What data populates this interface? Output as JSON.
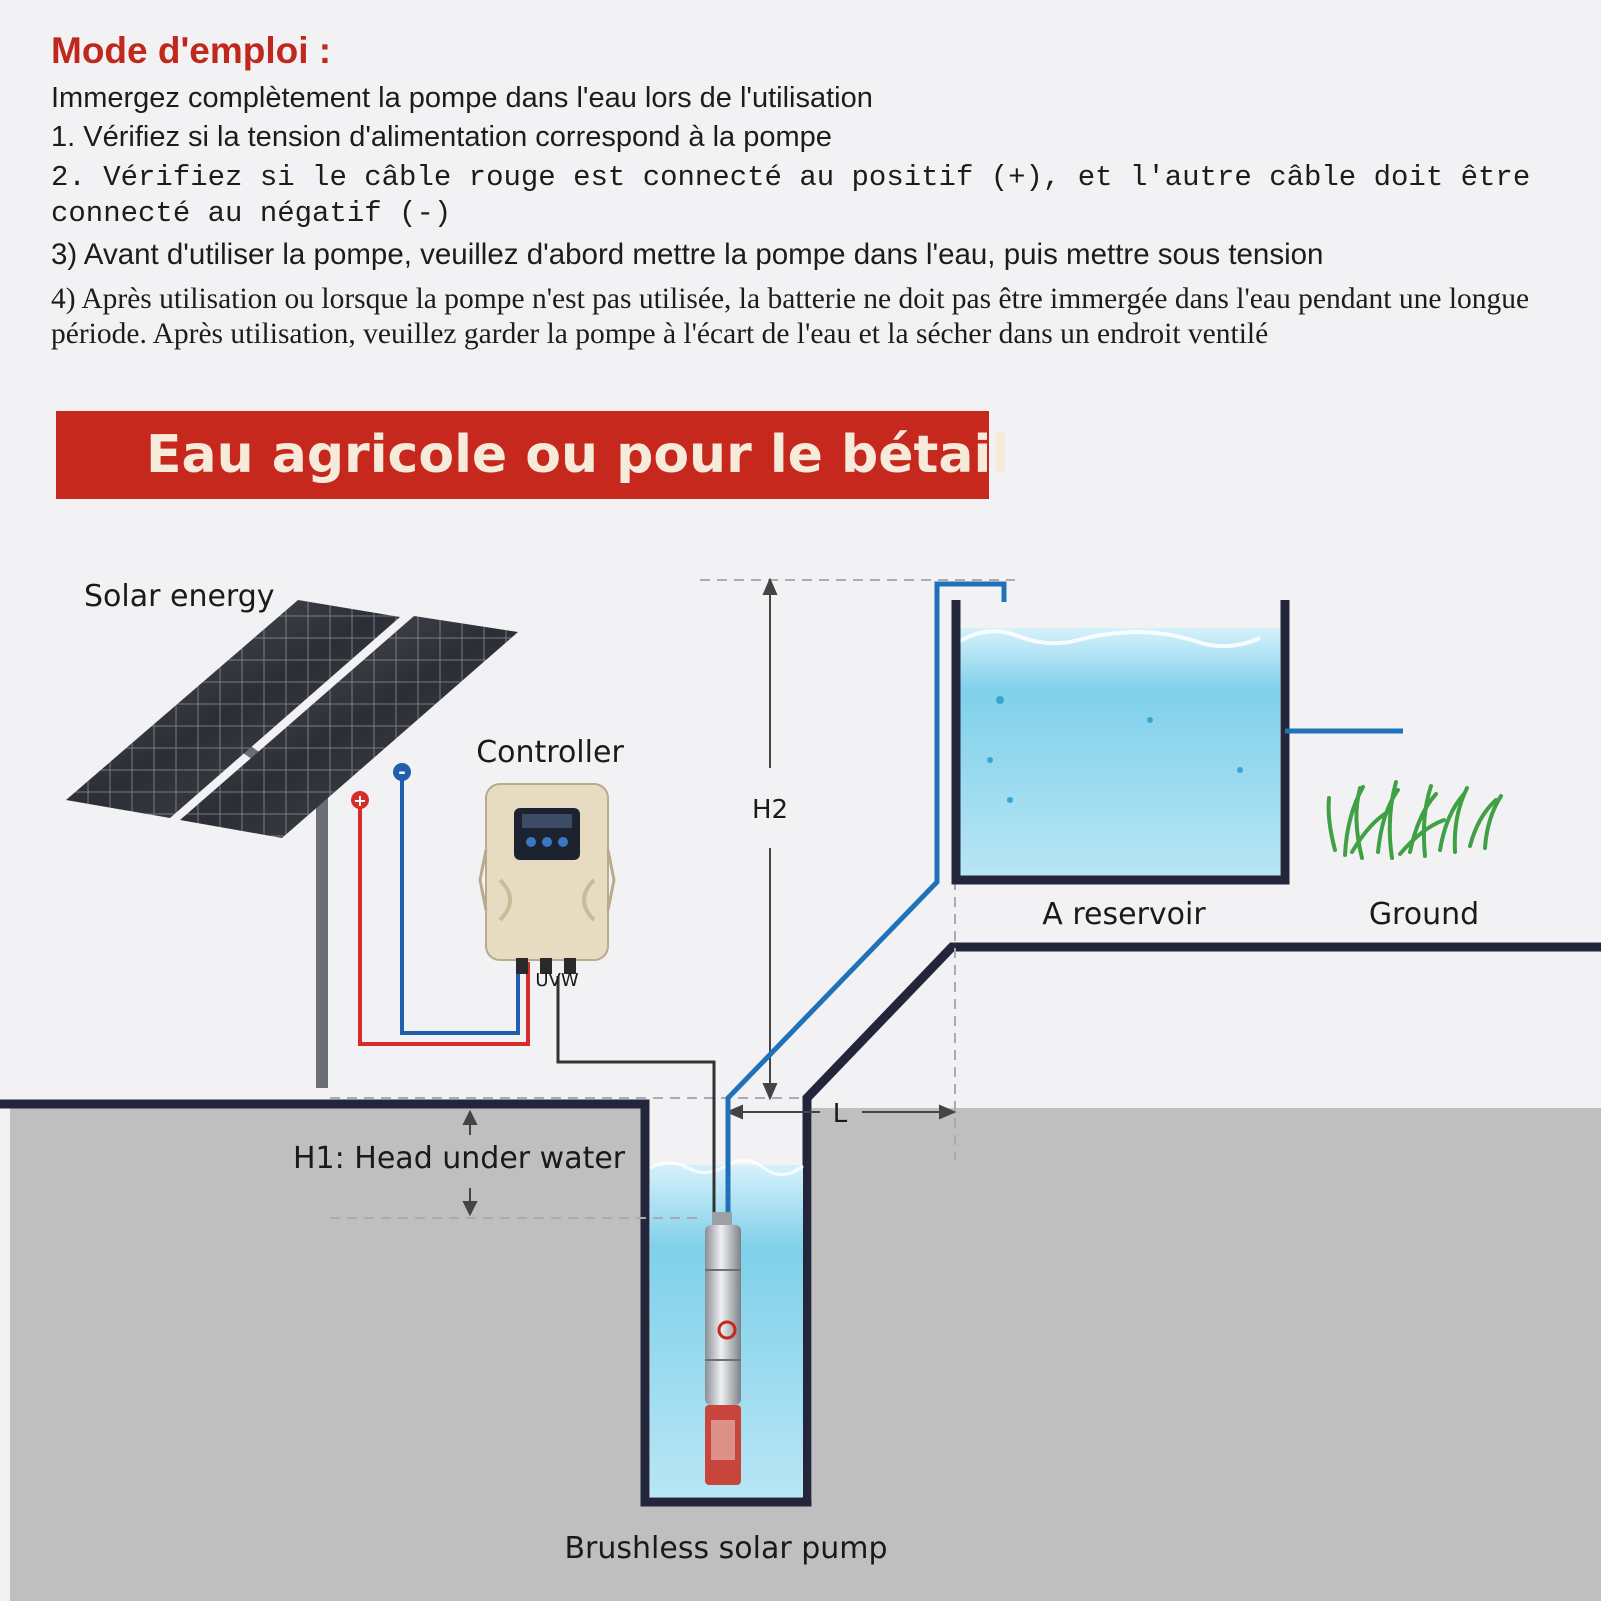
{
  "instructions": {
    "title": "Mode d'emploi :",
    "intro": "Immergez complètement la pompe dans l'eau lors de l'utilisation",
    "step1": "1. Vérifiez si la tension d'alimentation correspond à la pompe",
    "step2": "2. Vérifiez si le câble rouge est connecté au positif (+), et l'autre câble doit être connecté au négatif (-)",
    "step3": "3) Avant d'utiliser la pompe, veuillez d'abord mettre la pompe dans l'eau, puis mettre sous tension",
    "step4": "4) Après utilisation ou lorsque la pompe n'est pas utilisée, la batterie ne doit pas être immergée dans l'eau pendant une longue période. Après utilisation, veuillez garder la pompe à l'écart de l'eau et la sécher dans un endroit ventilé"
  },
  "banner": {
    "text": "Eau agricole ou pour le bétail"
  },
  "diagram": {
    "solar_label": "Solar energy",
    "controller_label": "Controller",
    "controller_terminals": "UVW",
    "plus_sign": "+",
    "minus_sign": "-",
    "h2_label": "H2",
    "h1_label": "H1:  Head under water",
    "l_label": "L",
    "reservoir_label": "A reservoir",
    "ground_label": "Ground",
    "pump_label": "Brushless solar pump"
  },
  "colors": {
    "accent_red": "#c7281d",
    "title_red": "#c0281e",
    "pipe_blue": "#1f72b8",
    "outline_dark": "#23263a",
    "water": "#7fd0ea",
    "soil": "#bfbfbf"
  },
  "icons": [
    "solar-panel-icon",
    "controller-icon",
    "pump-icon",
    "grass-icon"
  ]
}
